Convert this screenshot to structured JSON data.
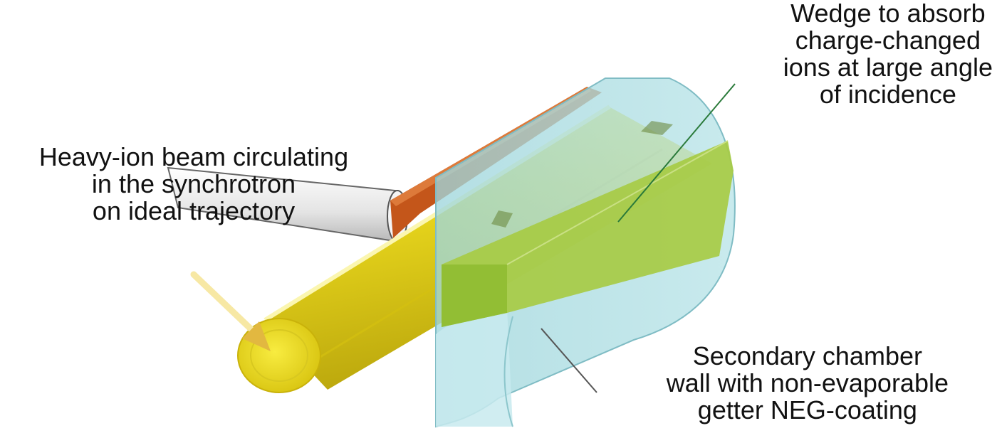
{
  "labels": {
    "beam": {
      "lines": [
        "Heavy-ion beam circulating",
        "in the synchrotron",
        "on ideal trajectory"
      ]
    },
    "wedge": {
      "lines": [
        "Wedge to absorb",
        "charge-changed",
        "ions at large angle",
        "of incidence"
      ]
    },
    "wall": {
      "lines": [
        "Secondary chamber",
        "wall with non-evaporable",
        "getter NEG-coating"
      ]
    }
  },
  "colors": {
    "beam_pipe": "#e8d820",
    "beam_pipe_shadow": "#b8a40a",
    "orange_strip": "#c8581a",
    "chamber_wall": "#a8dce2",
    "wedge": "#a8cc40",
    "incoming_arrow": "#f5e6a0",
    "leader_line_green": "#2a7a3a",
    "leader_line_gray": "#555555"
  }
}
